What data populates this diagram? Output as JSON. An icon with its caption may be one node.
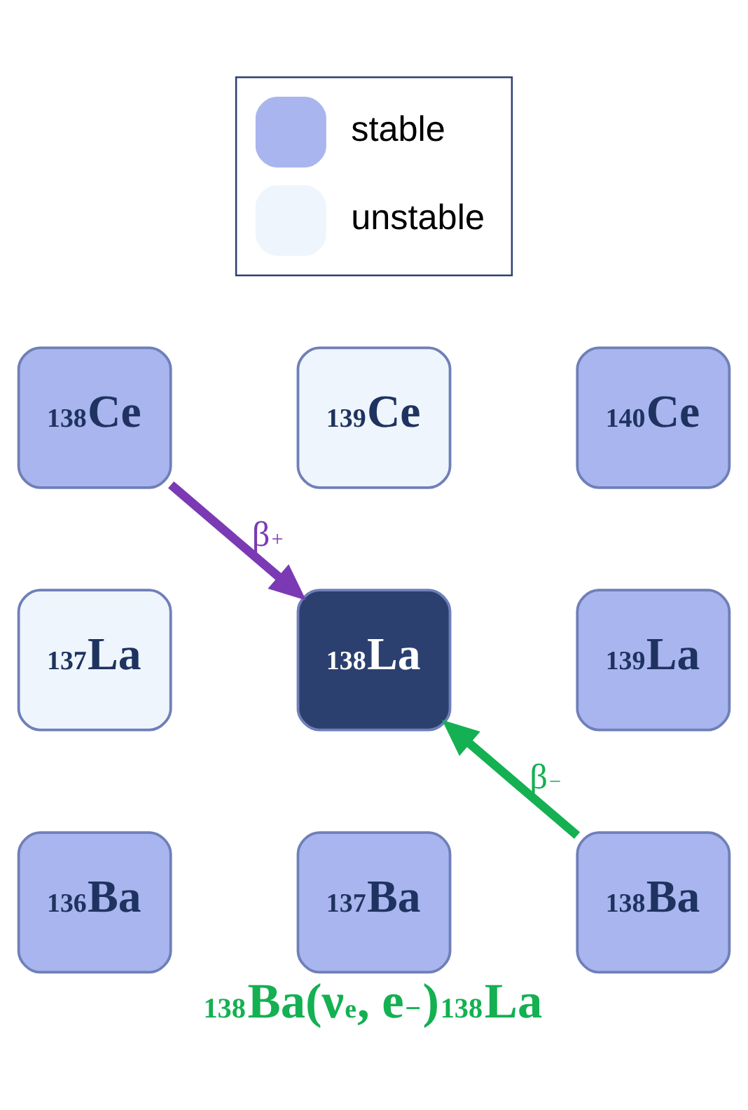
{
  "diagram": {
    "caption": "$^{138}$Ba(ν$_{e}$, e$^{−}$)$^{138}$La",
    "nodes": [
      {
        "text": [
          "$^{138}$Ce"
        ]
      },
      {
        "text": [
          "$^{139}$Ce"
        ]
      },
      {
        "text": [
          "$^{140}$Ce"
        ]
      },
      {
        "text": [
          "$^{137}$La"
        ]
      },
      {
        "text": [
          "$^{138}$La"
        ]
      },
      {
        "text": [
          "$^{139}$La"
        ]
      },
      {
        "text": [
          "$^{136}$Ba"
        ]
      },
      {
        "text": [
          "$^{137}$Ba"
        ]
      },
      {
        "text": [
          "$^{138}$Ba"
        ]
      }
    ],
    "edges": [
      {
        "from": 0,
        "to": 4,
        "arrow": "to",
        "label": "β$^{+}$",
        "color": "#7b3ab4"
      },
      {
        "from": 8,
        "to": 4,
        "arrow": "to",
        "label": "β$^{−}$",
        "color": "#14b052"
      }
    ],
    "legend": [
      {
        "text": "stable",
        "color": "#a9b5ee"
      },
      {
        "text": "unstable",
        "color": "#eef5fc"
      }
    ]
  }
}
